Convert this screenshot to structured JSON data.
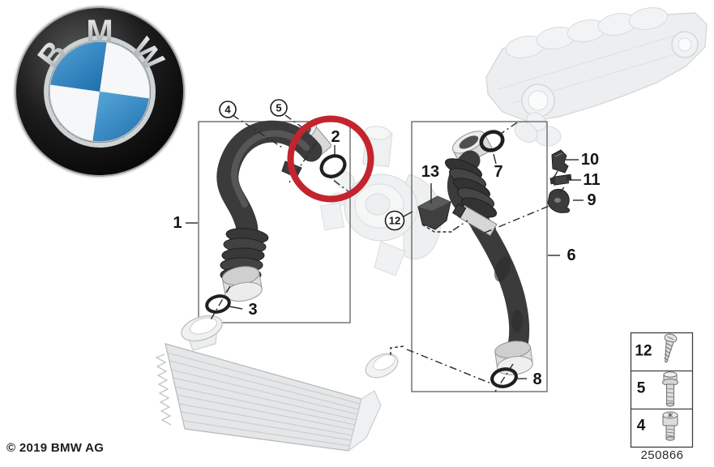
{
  "diagram": {
    "kind": "parts-diagram",
    "brand": "BMW",
    "footer": {
      "copyright": "© 2019 BMW AG",
      "diagram_number": "250866"
    }
  },
  "logo": {
    "letters": [
      "B",
      "M",
      "W"
    ]
  },
  "callouts": {
    "p1": "1",
    "p2": "2",
    "p3": "3",
    "p4": "4",
    "p5": "5",
    "p6": "6",
    "p7": "7",
    "p8": "8",
    "p9": "9",
    "p10": "10",
    "p11": "11",
    "p12": "12",
    "p13": "13"
  },
  "legend": {
    "rows": [
      {
        "ref": "12",
        "icon": "pan-head-screw-icon"
      },
      {
        "ref": "5",
        "icon": "hex-bolt-icon"
      },
      {
        "ref": "4",
        "icon": "cylinder-head-screw-icon"
      }
    ]
  },
  "colors": {
    "highlight_red": "#c3242e",
    "roundel_blue": "#2e86c5",
    "hose_dark": "#3b3b3b",
    "ghost_gray": "#ecEEef",
    "line_black": "#1a1a1a"
  }
}
